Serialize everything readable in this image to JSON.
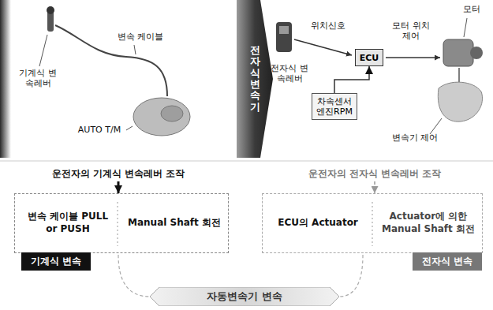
{
  "diagram": {
    "nodes": [
      {
        "text": [
          "ECU"
        ]
      },
      {
        "text": [
          "차속센서 엔진RPM"
        ]
      },
      {
        "text": [
          "전자식 변속기"
        ]
      },
      {
        "text": [
          "운전자의 기계식 변속레버 조작"
        ]
      },
      {
        "text": [
          "운전자의 전자식 변속레버 조작"
        ]
      },
      {
        "text": [
          "기계식 변속"
        ]
      },
      {
        "text": [
          "변속 케이블 PULL or PUSH"
        ],
        "in": 5
      },
      {
        "text": [
          "Manual Shaft 회전"
        ],
        "in": 5
      },
      {
        "text": [
          "전자식 변속"
        ]
      },
      {
        "text": [
          "ECU의 Actuator"
        ],
        "in": 8
      },
      {
        "text": [
          "Actuator에 의한 Manual Shaft 회전"
        ],
        "in": 8
      },
      {
        "text": [
          "자동변속기 변속"
        ]
      }
    ],
    "edges": [
      {
        "from": 1,
        "to": 0,
        "arrow": "to"
      },
      {
        "from": 3,
        "to": 5,
        "arrow": "to"
      },
      {
        "from": 4,
        "to": 8,
        "arrow": "to"
      }
    ],
    "labels": [
      "기계식 변속레버",
      "변속 케이블",
      "AUTO T/M",
      "전자식 변속레버",
      "위치신호",
      "모터 위치제어",
      "모터",
      "변속기 제어"
    ]
  }
}
